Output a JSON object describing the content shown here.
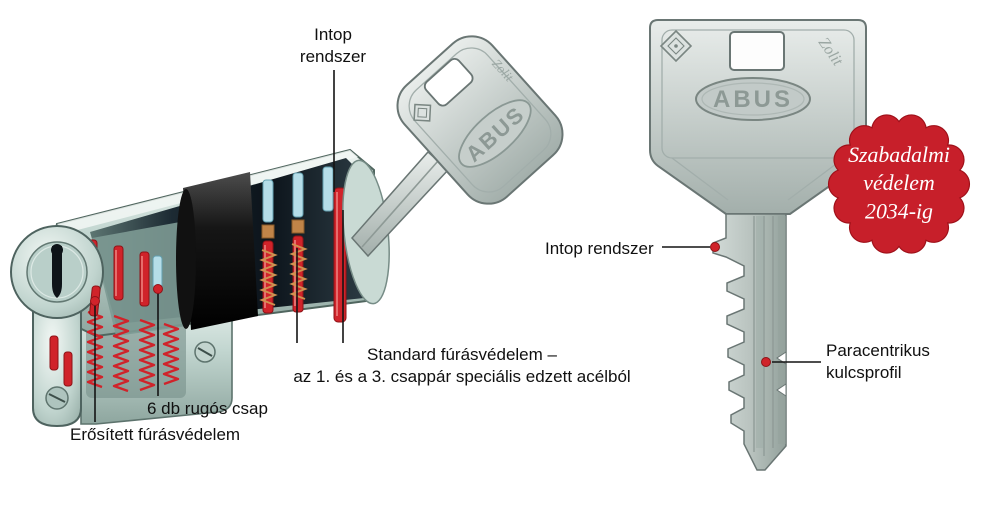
{
  "cylinder": {
    "labels": {
      "intop": "Intop rendszer",
      "standard_line1": "Standard fúrásvédelem –",
      "standard_line2": "az 1. és a 3. csappár speciális edzett acélból",
      "springs": "6 db rugós csap",
      "reinforced": "Erősített fúrásvédelem"
    },
    "brand": "ABUS",
    "series": "Zolit"
  },
  "key": {
    "labels": {
      "intop": "Intop rendszer",
      "profile_line1": "Paracentrikus",
      "profile_line2": "kulcsprofil"
    },
    "brand": "ABUS",
    "series": "Zolit"
  },
  "badge": {
    "line1": "Szabadalmi",
    "line2": "védelem",
    "line3": "2034-ig",
    "color": "#c71f2a"
  },
  "colors": {
    "pin_red": "#d0232a",
    "pin_cyan": "#b5dde8",
    "pin_copper": "#c08448",
    "metal_light": "#e9f1ee",
    "metal_dark": "#94aea7",
    "pointer_dot": "#d0232a",
    "leader_line": "#141414"
  }
}
